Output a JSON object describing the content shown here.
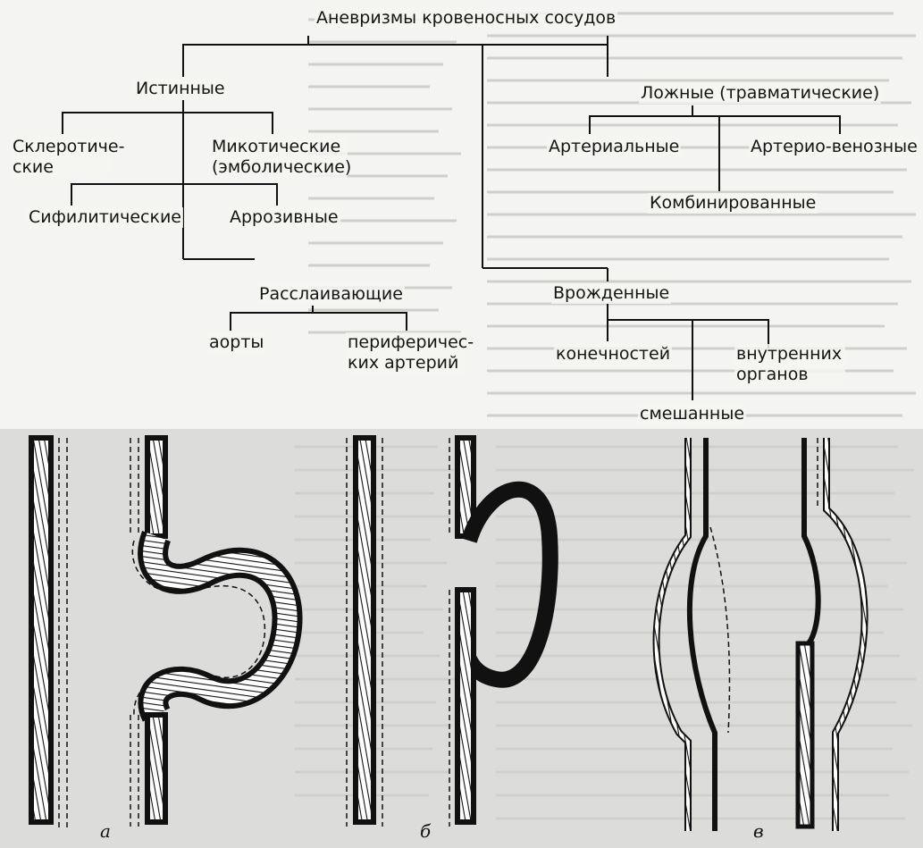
{
  "classification": {
    "root": "Аневризмы кровеносных сосудов",
    "true_branch": {
      "label": "Истинные",
      "sclerotic": "Склеротиче-ские",
      "mycotic": "Микотические (эмболические)",
      "syphilitic": "Сифилитические",
      "arrosive": "Аррозивные",
      "dissecting": "Расслаивающие",
      "aorta": "аорты",
      "peripheral": "периферичес-ких артерий"
    },
    "false_branch": {
      "label": "Ложные (травматические)",
      "arterial": "Артериальные",
      "arteriovenous": "Артерио-венозные",
      "combined": "Комбинированные"
    },
    "congenital_branch": {
      "label": "Врожденные",
      "limbs": "конечностей",
      "internal_organs": "внутренних органов",
      "mixed": "смешанные"
    }
  },
  "figure_labels": {
    "a": "а",
    "b": "б",
    "c": "в"
  },
  "colors": {
    "ink": "#141414",
    "paper": "#f4f4f2",
    "lower_paper": "#d8d8d6",
    "ghost": "#c9c9c6"
  }
}
